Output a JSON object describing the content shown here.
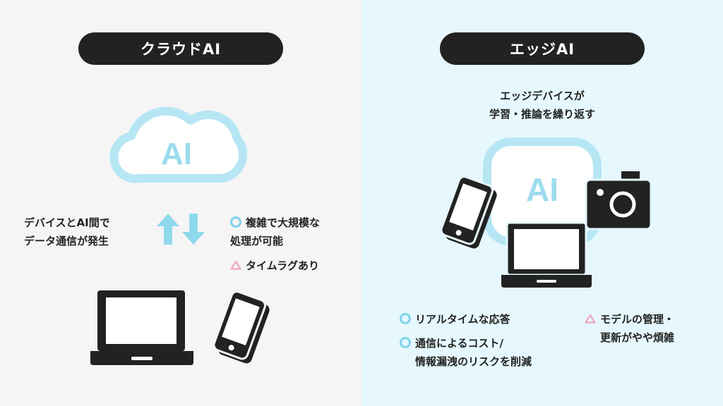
{
  "cloud": {
    "title": "クラウドAI",
    "cloud_label": "AI",
    "description_line1": "デバイスとAI間で",
    "description_line2": "データ通信が発生",
    "pros": [
      "複雑で大規模な",
      "処理が可能"
    ],
    "cons": "タイムラグあり"
  },
  "edge": {
    "title": "エッジAI",
    "description_line1": "エッジデバイスが",
    "description_line2": "学習・推論を繰り返す",
    "chip_label": "AI",
    "pros1": "リアルタイムな応答",
    "pros2": [
      "通信によるコスト/",
      "情報漏洩のリスクを削減"
    ],
    "cons": [
      "モデルの管理・",
      "更新がやや煩雑"
    ]
  },
  "colors": {
    "accent_blue": "#7fd4ea",
    "accent_pink": "#f0a7bd",
    "dark": "#222222",
    "left_bg": "#f5f5f5",
    "right_bg": "#e6f8fd"
  }
}
